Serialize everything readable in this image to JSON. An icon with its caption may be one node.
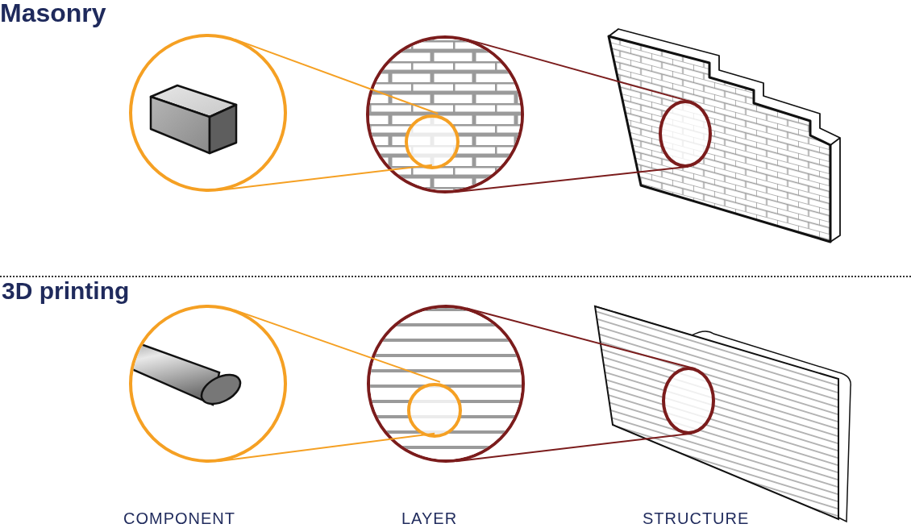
{
  "diagram": {
    "nodes": [
      {
        "text": [],
        "shape": "picture"
      },
      {
        "text": [],
        "shape": "picture"
      },
      {
        "text": [],
        "shape": "circle",
        "in": 1
      },
      {
        "text": [],
        "shape": "picture"
      },
      {
        "text": [],
        "shape": "circle",
        "in": 3
      },
      {
        "text": [],
        "shape": "picture"
      },
      {
        "text": [],
        "shape": "picture"
      },
      {
        "text": [],
        "shape": "circle",
        "in": 6
      },
      {
        "text": [],
        "shape": "picture"
      },
      {
        "text": [],
        "shape": "circle",
        "in": 8
      }
    ],
    "edges": [
      {
        "from": 2,
        "to": 0,
        "arrow": "none",
        "color": "#f5a023"
      },
      {
        "from": 2,
        "to": 0,
        "arrow": "none",
        "color": "#f5a023"
      },
      {
        "from": 4,
        "to": 1,
        "arrow": "none",
        "color": "#7b1c1c"
      },
      {
        "from": 4,
        "to": 1,
        "arrow": "none",
        "color": "#7b1c1c"
      },
      {
        "from": 7,
        "to": 5,
        "arrow": "none",
        "color": "#f5a023"
      },
      {
        "from": 7,
        "to": 5,
        "arrow": "none",
        "color": "#f5a023"
      },
      {
        "from": 9,
        "to": 6,
        "arrow": "none",
        "color": "#7b1c1c"
      },
      {
        "from": 9,
        "to": 6,
        "arrow": "none",
        "color": "#7b1c1c"
      }
    ],
    "labels": [
      "Masonry",
      "3D printing",
      "COMPONENT",
      "LAYER",
      "STRUCTURE"
    ]
  }
}
